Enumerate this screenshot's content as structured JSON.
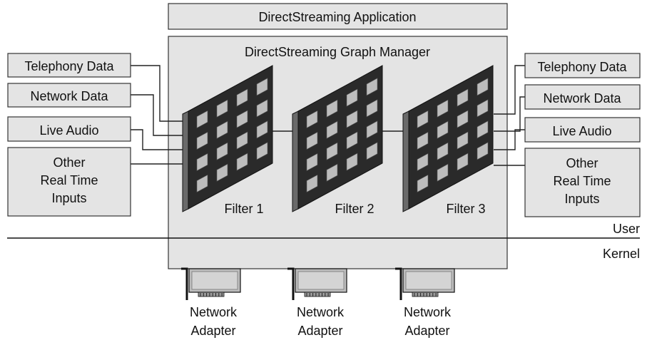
{
  "application_label": "DirectStreaming Application",
  "graph_manager_label": "DirectStreaming Graph Manager",
  "inputs": {
    "left": [
      {
        "label": "Telephony Data"
      },
      {
        "label": "Network Data"
      },
      {
        "label": "Live Audio"
      },
      {
        "label": "Other Real Time Inputs",
        "lines": [
          "Other",
          "Real Time",
          "Inputs"
        ]
      }
    ],
    "right": [
      {
        "label": "Telephony Data"
      },
      {
        "label": "Network Data"
      },
      {
        "label": "Live Audio"
      },
      {
        "label": "Other Real Time Inputs",
        "lines": [
          "Other",
          "Real Time",
          "Inputs"
        ]
      }
    ]
  },
  "filters": [
    {
      "label": "Filter 1"
    },
    {
      "label": "Filter 2"
    },
    {
      "label": "Filter 3"
    }
  ],
  "boundary": {
    "user_label": "User",
    "kernel_label": "Kernel"
  },
  "adapters": [
    {
      "lines": [
        "Network",
        "Adapter"
      ]
    },
    {
      "lines": [
        "Network",
        "Adapter"
      ]
    },
    {
      "lines": [
        "Network",
        "Adapter"
      ]
    }
  ],
  "colors": {
    "box_fill": "#e4e4e4",
    "filter_face": "#2a2a2a",
    "filter_side": "#6a6a6a",
    "cell": "#bdbdbd"
  }
}
